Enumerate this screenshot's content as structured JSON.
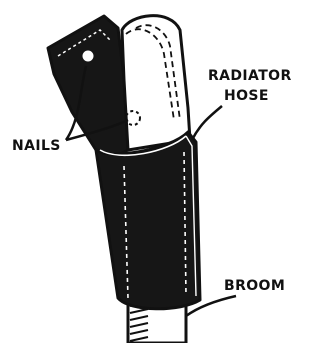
{
  "labels": {
    "nails": "NAILS",
    "radiator_hose_line1": "RADIATOR",
    "radiator_hose_line2": "HOSE",
    "broom": "BROOM"
  },
  "colors": {
    "ink": "#111111",
    "hose_fill": "#161616",
    "paper": "#ffffff"
  }
}
